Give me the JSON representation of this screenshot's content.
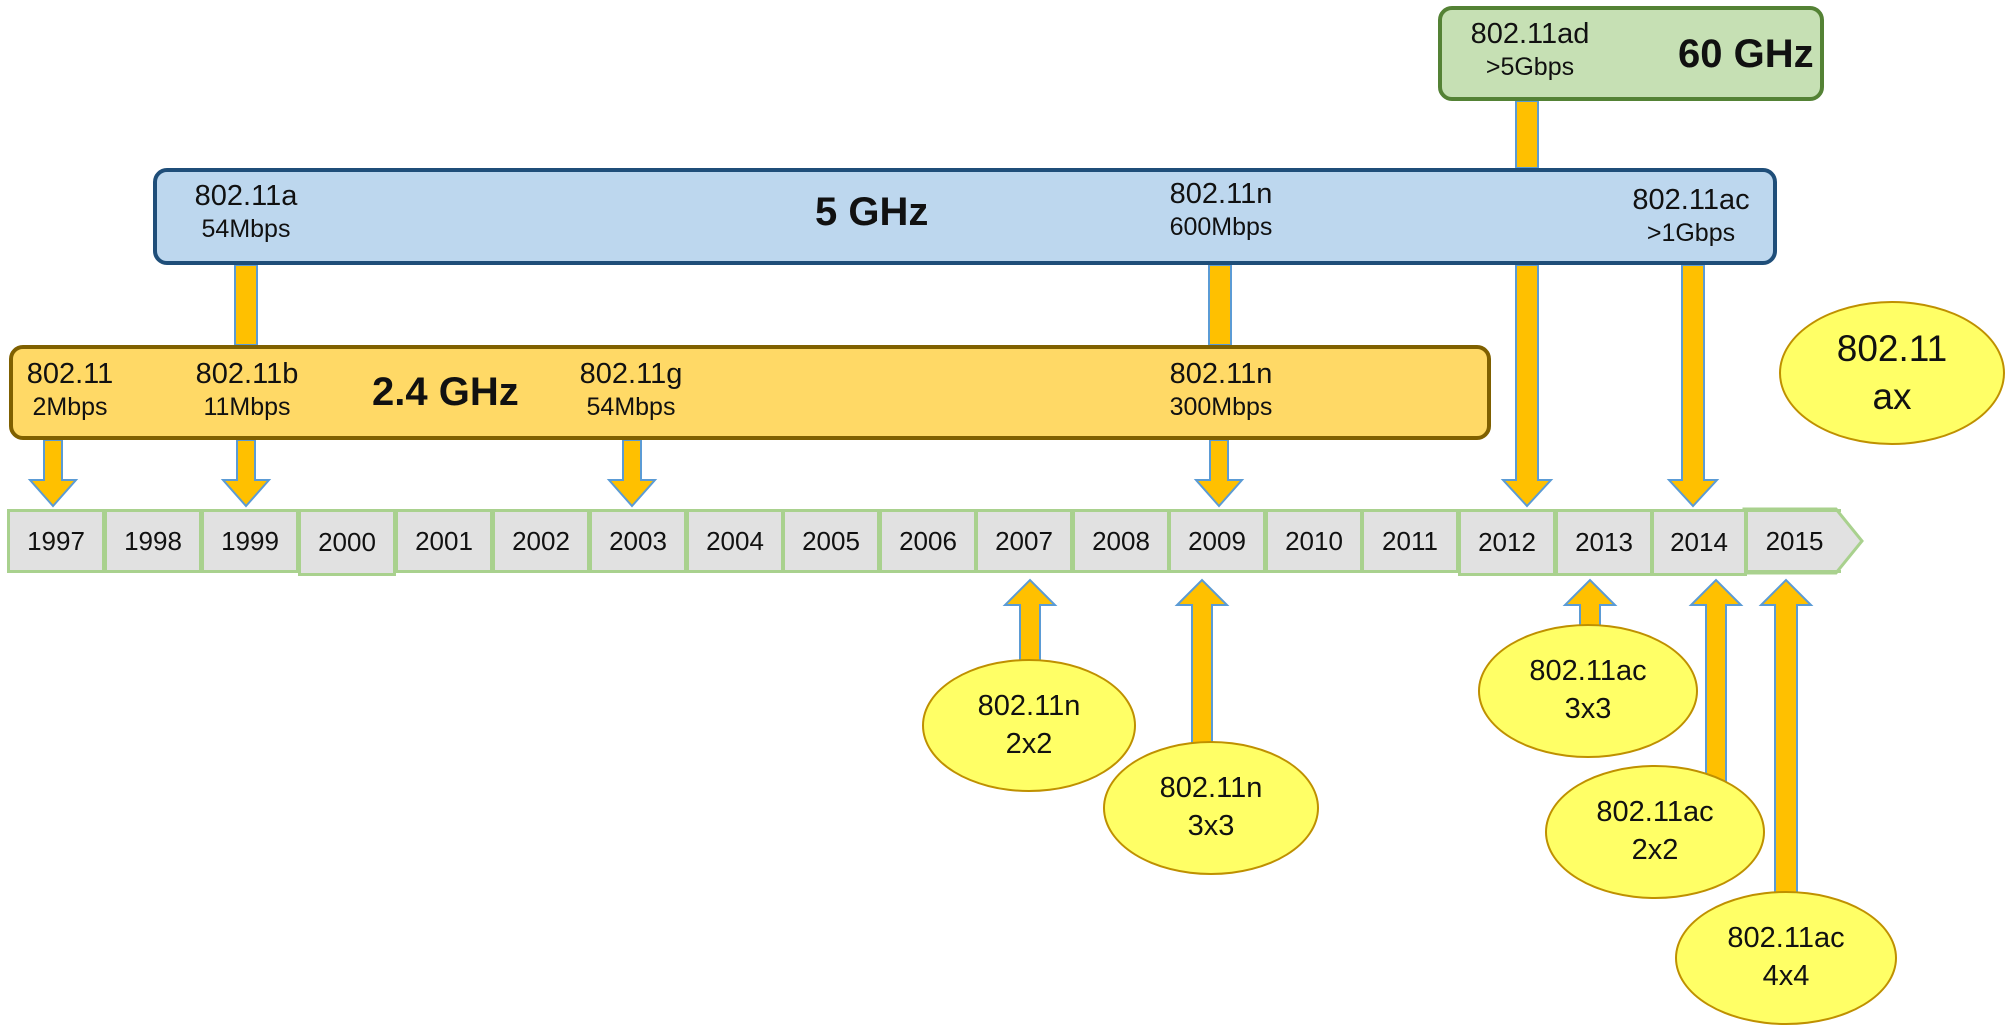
{
  "bands": {
    "ghz60": {
      "label": "60 GHz",
      "standards": [
        {
          "name": "802.11ad",
          "rate": ">5Gbps"
        }
      ]
    },
    "ghz5": {
      "label": "5 GHz",
      "standards": [
        {
          "name": "802.11a",
          "rate": "54Mbps"
        },
        {
          "name": "802.11n",
          "rate": "600Mbps"
        },
        {
          "name": "802.11ac",
          "rate": ">1Gbps"
        }
      ]
    },
    "ghz24": {
      "label": "2.4 GHz",
      "standards": [
        {
          "name": "802.11",
          "rate": "2Mbps"
        },
        {
          "name": "802.11b",
          "rate": "11Mbps"
        },
        {
          "name": "802.11g",
          "rate": "54Mbps"
        },
        {
          "name": "802.11n",
          "rate": "300Mbps"
        }
      ]
    }
  },
  "timeline": {
    "years": [
      "1997",
      "1998",
      "1999",
      "2000",
      "2001",
      "2002",
      "2003",
      "2004",
      "2005",
      "2006",
      "2007",
      "2008",
      "2009",
      "2010",
      "2011",
      "2012",
      "2013",
      "2014",
      "2015"
    ]
  },
  "ovals": {
    "ax": {
      "line1": "802.11",
      "line2": "ax"
    },
    "n2x2": {
      "line1": "802.11n",
      "line2": "2x2"
    },
    "n3x3": {
      "line1": "802.11n",
      "line2": "3x3"
    },
    "ac3x3": {
      "line1": "802.11ac",
      "line2": "3x3"
    },
    "ac2x2": {
      "line1": "802.11ac",
      "line2": "2x2"
    },
    "ac4x4": {
      "line1": "802.11ac",
      "line2": "4x4"
    }
  },
  "colors": {
    "arrow_fill": "#ffc000",
    "arrow_stroke": "#5b9bd5",
    "band_60": "#c6e0b4",
    "band_5": "#bdd7ee",
    "band_24": "#ffd966",
    "oval_fill": "#ffff66",
    "timeline_fill": "#e1e1e1",
    "timeline_border": "#a9d18e"
  }
}
